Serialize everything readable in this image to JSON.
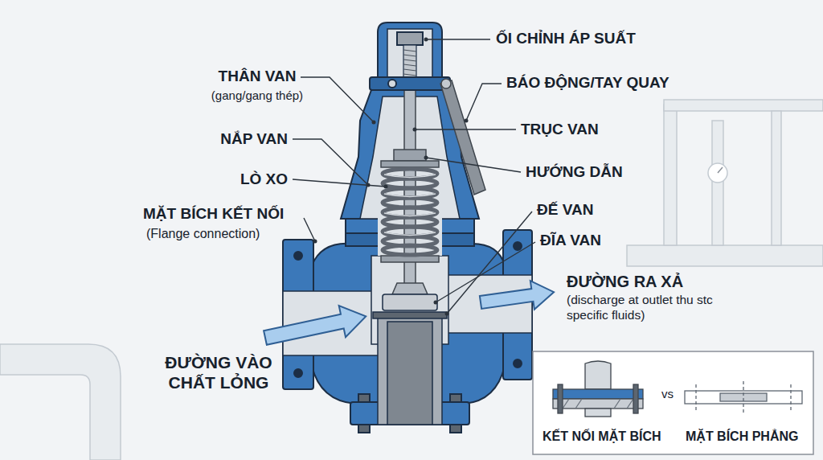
{
  "diagram": {
    "nodes": [
      {
        "text": [
          "KẾT NỐI MẶT BÍCH",
          "vs",
          "MẶT BÍCH PHẲNG"
        ]
      }
    ],
    "labels": [
      "ỐI CHỈNH ÁP SUẤT",
      "BÁO ĐỘNG/TAY QUAY",
      "THÂN VAN",
      "(gang/gang thép)",
      "TRỤC VAN",
      "NẮP VAN",
      "HƯỚNG DẪN",
      "LÒ XO",
      "ĐẾ VAN",
      "MẶT BÍCH KẾT NỐI",
      "(Flange connection)",
      "ĐĨA VAN",
      "ĐƯỜNG RA XẢ",
      "(discharge at outlet thu stc specific fluids)",
      "ĐƯỜNG VÀO CHẤT LỎNG"
    ]
  }
}
